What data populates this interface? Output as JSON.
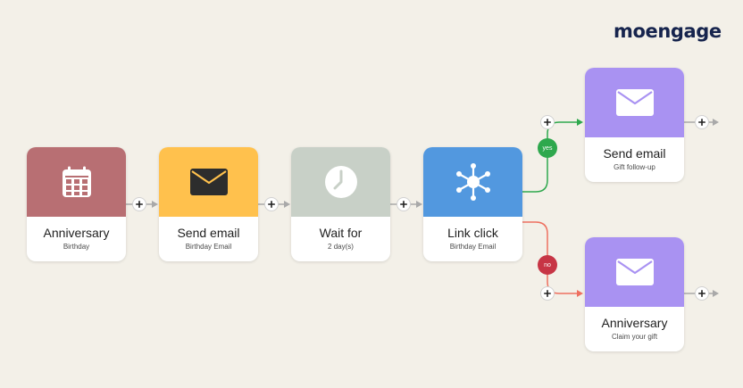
{
  "brand": {
    "logo_text": "moengage",
    "logo_color": "#16244d"
  },
  "colors": {
    "background": "#f3f0e8",
    "anniversary_top": "#b86f73",
    "send_email_top": "#ffc14d",
    "wait_top": "#c8d0c7",
    "link_click_top": "#5298df",
    "branch_email_top": "#a992f2",
    "yes_branch": "#2ea84d",
    "no_branch": "#ee7060",
    "connector_gray": "#a9a9a9"
  },
  "flow": {
    "nodes": [
      {
        "id": "anniversary-trigger",
        "icon": "calendar-icon",
        "title": "Anniversary",
        "subtitle": "Birthday"
      },
      {
        "id": "send-email-birthday",
        "icon": "email-icon",
        "title": "Send email",
        "subtitle": "Birthday Email"
      },
      {
        "id": "wait-for",
        "icon": "clock-icon",
        "title": "Wait for",
        "subtitle": "2 day(s)"
      },
      {
        "id": "link-click",
        "icon": "network-icon",
        "title": "Link click",
        "subtitle": "Birthday Email"
      },
      {
        "id": "send-email-gift-follow-up",
        "icon": "email-icon",
        "title": "Send email",
        "subtitle": "Gift follow-up"
      },
      {
        "id": "anniversary-claim-your-gift",
        "icon": "email-icon",
        "title": "Anniversary",
        "subtitle": "Claim your gift"
      }
    ],
    "branches": {
      "yes_label": "yes",
      "no_label": "no"
    },
    "add_button_symbol": "+"
  }
}
